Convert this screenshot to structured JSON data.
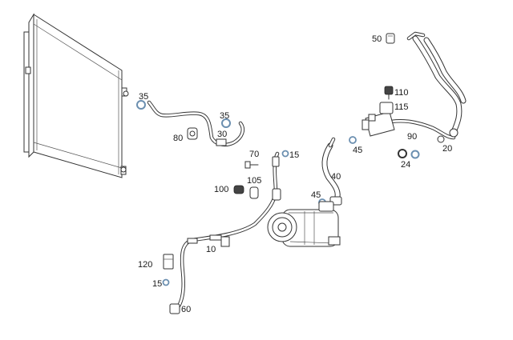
{
  "diagram": {
    "callouts": {
      "c10": "10",
      "c15a": "15",
      "c15b": "15",
      "c20": "20",
      "c24": "24",
      "c30": "30",
      "c35a": "35",
      "c35b": "35",
      "c40": "40",
      "c45a": "45",
      "c45b": "45",
      "c50": "50",
      "c60": "60",
      "c70": "70",
      "c80": "80",
      "c90": "90",
      "c100": "100",
      "c105": "105",
      "c110": "110",
      "c115": "115",
      "c120": "120"
    },
    "colors": {
      "line": "#333333",
      "seal_ring": "#6b8fb0",
      "background": "#ffffff"
    }
  }
}
